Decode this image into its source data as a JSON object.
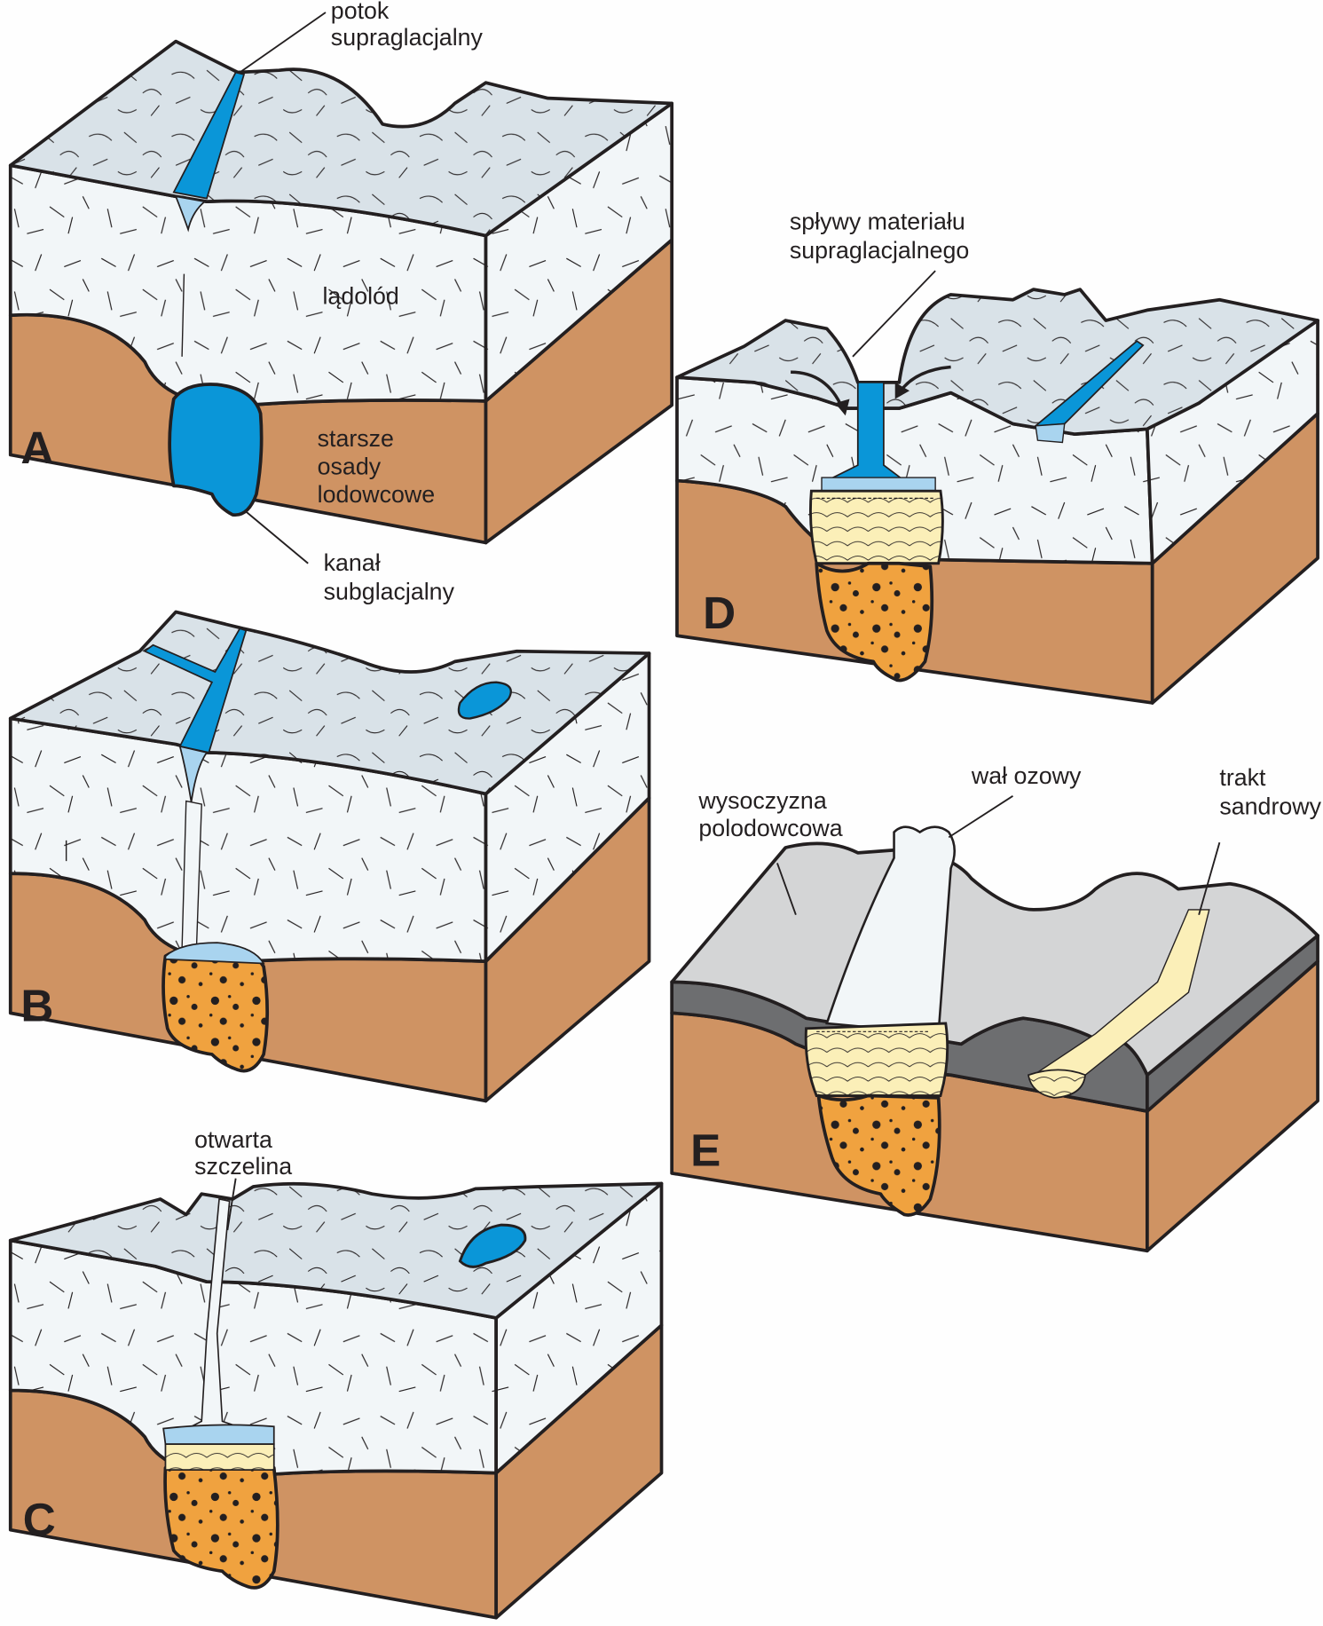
{
  "colors": {
    "ice_top": "#d9e2e8",
    "ice_side": "#f2f6f8",
    "sediment": "#cf9363",
    "sediment_dark": "#b9804f",
    "water": "#0a96d8",
    "water_light": "#a9d4ef",
    "gravel": "#f0a23f",
    "sand": "#fbefb8",
    "moraine_top": "#d4d5d6",
    "moraine_side": "#6d6e70",
    "outline": "#231f20"
  },
  "panels": [
    {
      "id": "A",
      "letter": "A"
    },
    {
      "id": "B",
      "letter": "B"
    },
    {
      "id": "C",
      "letter": "C"
    },
    {
      "id": "D",
      "letter": "D"
    },
    {
      "id": "E",
      "letter": "E"
    }
  ],
  "labels": {
    "potok_1": "potok",
    "potok_2": "supraglacjalny",
    "ladolod": "lądolód",
    "starsze_1": "starsze",
    "starsze_2": "osady",
    "starsze_3": "lodowcowe",
    "kanal_1": "kanał",
    "kanal_2": "subglacjalny",
    "splywy_1": "spływy materiału",
    "splywy_2": "supraglacjalnego",
    "otwarta_1": "otwarta",
    "otwarta_2": "szczelina",
    "wysoczyzna_1": "wysoczyzna",
    "wysoczyzna_2": "polodowcowa",
    "wal": "wał ozowy",
    "trakt_1": "trakt",
    "trakt_2": "sandrowy"
  }
}
